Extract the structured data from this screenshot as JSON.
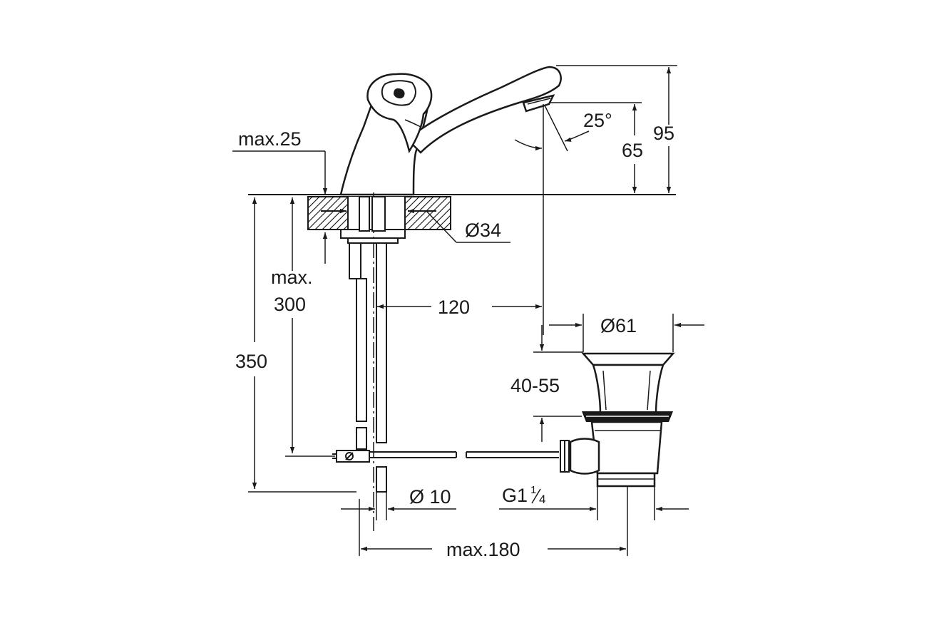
{
  "diagram": {
    "labels": {
      "max25": "max.25",
      "angle": "25°",
      "h65": "65",
      "h95": "95",
      "d34": "Ø34",
      "max_line1": "max.",
      "max_line2": "300",
      "h350": "350",
      "w120": "120",
      "d61": "Ø61",
      "r4055": "40-55",
      "d10": "Ø 10",
      "g_main": "G1",
      "g_num": "1",
      "g_den": "4",
      "max180": "max.180"
    }
  }
}
